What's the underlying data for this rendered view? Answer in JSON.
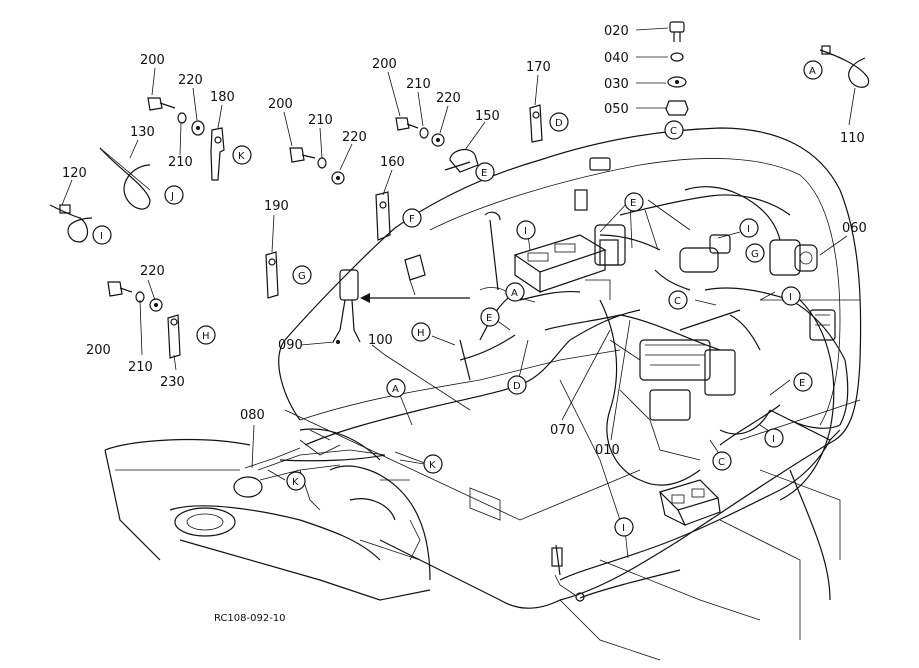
{
  "part_numbers": {
    "p010": "010",
    "p020": "020",
    "p030": "030",
    "p040": "040",
    "p050": "050",
    "p060": "060",
    "p070": "070",
    "p080": "080",
    "p090": "090",
    "p100": "100",
    "p110": "110",
    "p120": "120",
    "p130": "130",
    "p150": "150",
    "p160": "160",
    "p170": "170",
    "p180": "180",
    "p190": "190",
    "p200": "200",
    "p210": "210",
    "p220": "220",
    "p230": "230"
  },
  "reference_letters": {
    "A": "A",
    "C": "C",
    "D": "D",
    "E": "E",
    "F": "F",
    "G": "G",
    "H": "H",
    "I": "I",
    "J": "J",
    "K": "K"
  },
  "drawing_code": "RC108-092-10"
}
